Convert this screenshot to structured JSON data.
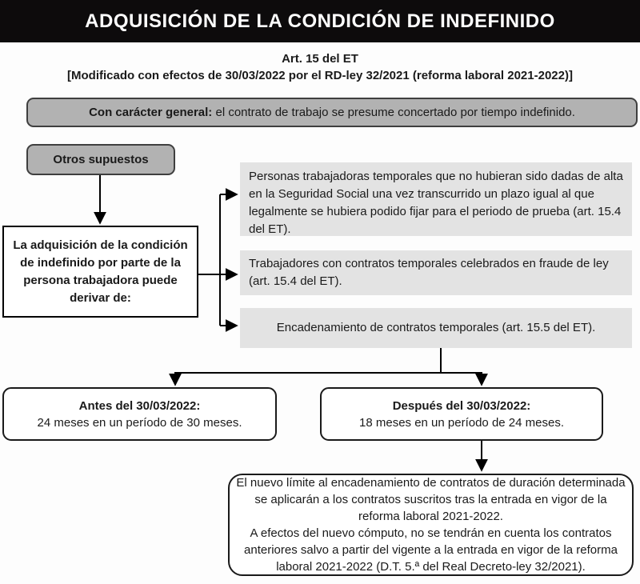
{
  "title": "ADQUISICIÓN DE LA CONDICIÓN DE INDEFINIDO",
  "subtitle": {
    "line1": "Art. 15 del ET",
    "line2": "[Modificado con efectos de 30/03/2022 por el RD-ley 32/2021 (reforma laboral 2021-2022)]"
  },
  "general_rule": {
    "label_bold": "Con carácter general:",
    "label_rest": " el contrato de trabajo se presume concertado por tiempo indefinido."
  },
  "otros_supuestos": {
    "label": "Otros supuestos"
  },
  "derivation": {
    "text": "La adquisición de la condición de indefinido por parte de la persona trabajadora puede derivar de:"
  },
  "causes": [
    {
      "text": "Personas trabajadoras temporales que no hubieran sido dadas de alta en la Seguridad Social una vez transcurrido un plazo igual al que legalmente se hubiera podido fijar para el periodo de prueba (art. 15.4 del ET)."
    },
    {
      "text": "Trabajadores con contratos temporales celebrados en fraude de ley (art. 15.4 del ET)."
    },
    {
      "text": "Encadenamiento de contratos temporales (art. 15.5 del ET)."
    }
  ],
  "periods": {
    "before": {
      "heading": "Antes del 30/03/2022:",
      "detail": "24 meses en un período de 30 meses."
    },
    "after": {
      "heading": "Después del 30/03/2022:",
      "detail": "18 meses en un período de 24 meses."
    }
  },
  "note": {
    "line1": "El nuevo límite al encadenamiento de contratos de duración determinada se aplicarán a los contratos suscritos tras la entrada en vigor de la reforma laboral 2021-2022.",
    "line2": "A efectos del nuevo cómputo, no se tendrán en cuenta los contratos anteriores salvo a partir del vigente a la entrada en vigor de la reforma laboral 2021-2022 (D.T. 5.ª del Real Decreto-ley 32/2021)."
  },
  "colors": {
    "banner_bg": "#0d0b0c",
    "banner_text": "#ffffff",
    "gray_box_fill": "#b2b2b2",
    "gray_box_border": "#3f3f3f",
    "light_box_fill": "#e3e3e3",
    "connector": "#000000"
  }
}
